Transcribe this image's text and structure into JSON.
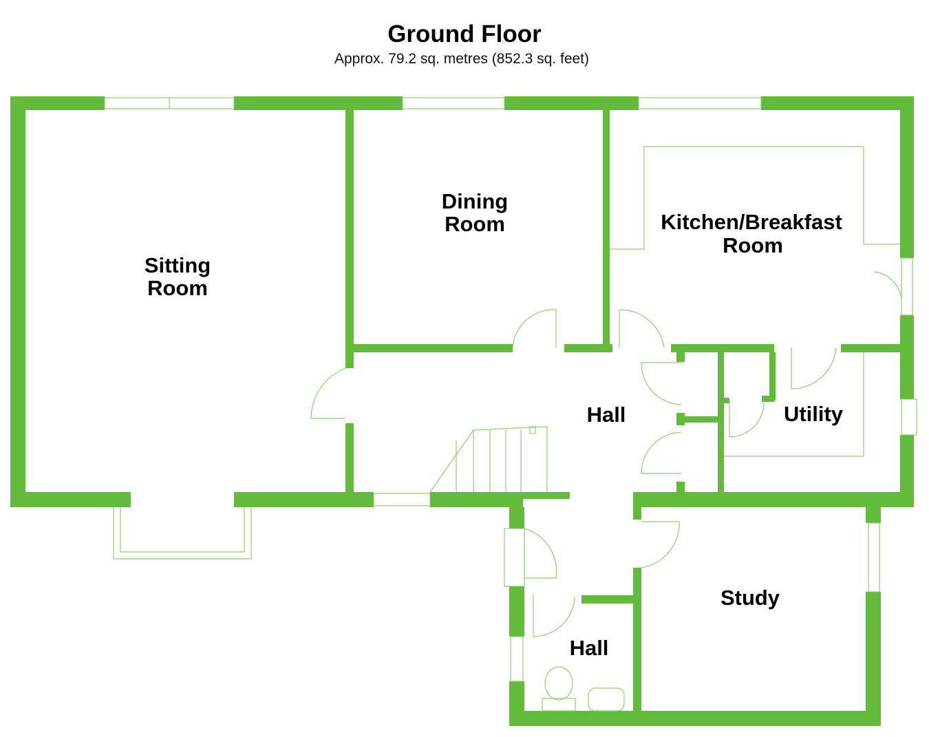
{
  "title": "Ground Floor",
  "subtitle": "Approx. 79.2 sq. metres (852.3 sq. feet)",
  "colors": {
    "wall": "#62bb3a",
    "fixture": "#8fcf6f"
  },
  "rooms": {
    "sitting": [
      "Sitting",
      "Room"
    ],
    "dining": [
      "Dining",
      "Room"
    ],
    "kitchen": [
      "Kitchen/Breakfast",
      "Room"
    ],
    "hall_main": "Hall",
    "utility": "Utility",
    "study": "Study",
    "hall_lower": "Hall"
  }
}
